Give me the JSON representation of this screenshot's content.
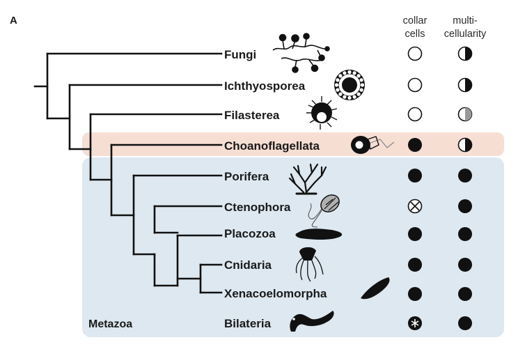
{
  "panel_label": "A",
  "column_headers": {
    "collar_cells": [
      "collar",
      "cells"
    ],
    "multicellularity": [
      "multi-",
      "cellularity"
    ]
  },
  "clade_label": "Metazoa",
  "colors": {
    "choanoflagellata_band": "#f6ded3",
    "metazoa_box": "#dde8f0",
    "line": "#111111"
  },
  "taxa": [
    {
      "name": "Fungi",
      "icon": "fungi-hyphae-icon",
      "collar_cells": "absent",
      "multicellularity": "partial"
    },
    {
      "name": "Ichthyosporea",
      "icon": "ichthyosporea-sphere-icon",
      "collar_cells": "absent",
      "multicellularity": "partial"
    },
    {
      "name": "Filasterea",
      "icon": "filasterea-cell-icon",
      "collar_cells": "absent",
      "multicellularity": "partial-grey"
    },
    {
      "name": "Choanoflagellata",
      "icon": "choanoflagellate-colony-icon",
      "collar_cells": "present",
      "multicellularity": "partial"
    },
    {
      "name": "Porifera",
      "icon": "sponge-icon",
      "collar_cells": "present",
      "multicellularity": "present"
    },
    {
      "name": "Ctenophora",
      "icon": "comb-jelly-icon",
      "collar_cells": "lost",
      "multicellularity": "present"
    },
    {
      "name": "Placozoa",
      "icon": "placozoan-icon",
      "collar_cells": "present",
      "multicellularity": "present"
    },
    {
      "name": "Cnidaria",
      "icon": "jellyfish-icon",
      "collar_cells": "present",
      "multicellularity": "present"
    },
    {
      "name": "Xenacoelomorpha",
      "icon": "acoel-worm-icon",
      "collar_cells": "present",
      "multicellularity": "present"
    },
    {
      "name": "Bilateria",
      "icon": "bilaterian-worm-icon",
      "collar_cells": "special",
      "multicellularity": "present"
    }
  ]
}
